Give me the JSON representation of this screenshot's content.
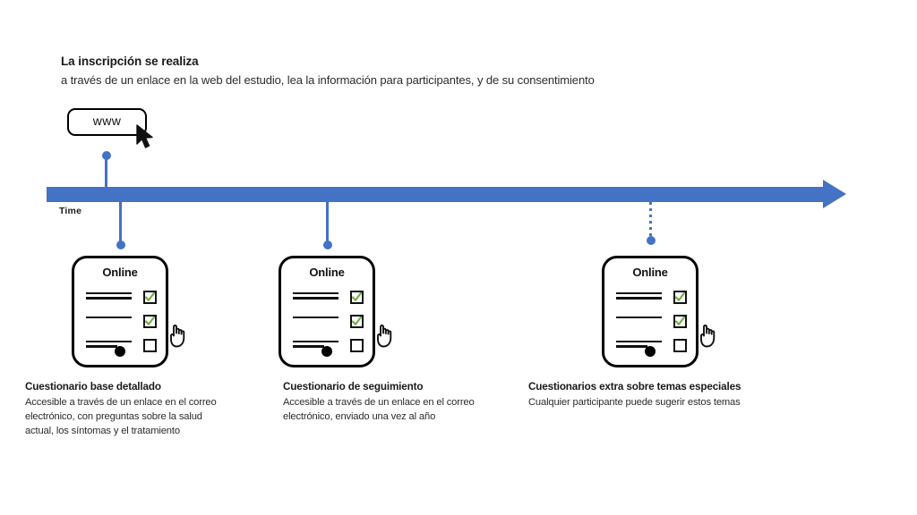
{
  "colors": {
    "timeline_blue": "#4472C4",
    "check_green": "#70AD47",
    "outline_black": "#000000",
    "text_dark": "#1a1a1a"
  },
  "header": {
    "title": "La inscripción se realiza",
    "subtitle": "a través de un enlace en la web del estudio, lea la información para participantes, y de su consentimiento"
  },
  "browser": {
    "label": "www",
    "cursor_icon": "arrow-pointer-icon"
  },
  "timeline": {
    "axis_label": "Time",
    "direction_icon": "arrow-right-icon",
    "markers": [
      {
        "id": "enrolment",
        "position": "above",
        "style": "solid"
      },
      {
        "id": "baseline",
        "position": "below",
        "style": "solid"
      },
      {
        "id": "followup",
        "position": "below",
        "style": "solid"
      },
      {
        "id": "extra",
        "position": "below",
        "style": "dotted"
      }
    ]
  },
  "cards": [
    {
      "id": "baseline",
      "title": "Online",
      "cursor_icon": "hand-pointer-icon",
      "rows": [
        {
          "lines": 2,
          "checked": true
        },
        {
          "lines": 1,
          "checked": true
        },
        {
          "lines": 2,
          "checked": false
        }
      ]
    },
    {
      "id": "followup",
      "title": "Online",
      "cursor_icon": "hand-pointer-icon",
      "rows": [
        {
          "lines": 2,
          "checked": true
        },
        {
          "lines": 1,
          "checked": true
        },
        {
          "lines": 2,
          "checked": false
        }
      ]
    },
    {
      "id": "extra",
      "title": "Online",
      "cursor_icon": "hand-pointer-icon",
      "rows": [
        {
          "lines": 2,
          "checked": true
        },
        {
          "lines": 1,
          "checked": true
        },
        {
          "lines": 2,
          "checked": false
        }
      ]
    }
  ],
  "captions": [
    {
      "id": "baseline",
      "title": "Cuestionario base detallado",
      "body": "Accesible a través de un enlace en el correo electrónico, con preguntas sobre la salud actual, los síntomas y el tratamiento"
    },
    {
      "id": "followup",
      "title": "Cuestionario de seguimiento",
      "body": "Accesible a través de un enlace en el correo electrónico, enviado una vez al año"
    },
    {
      "id": "extra",
      "title": "Cuestionarios extra sobre temas especiales",
      "body": "Cualquier participante puede sugerir estos temas"
    }
  ]
}
